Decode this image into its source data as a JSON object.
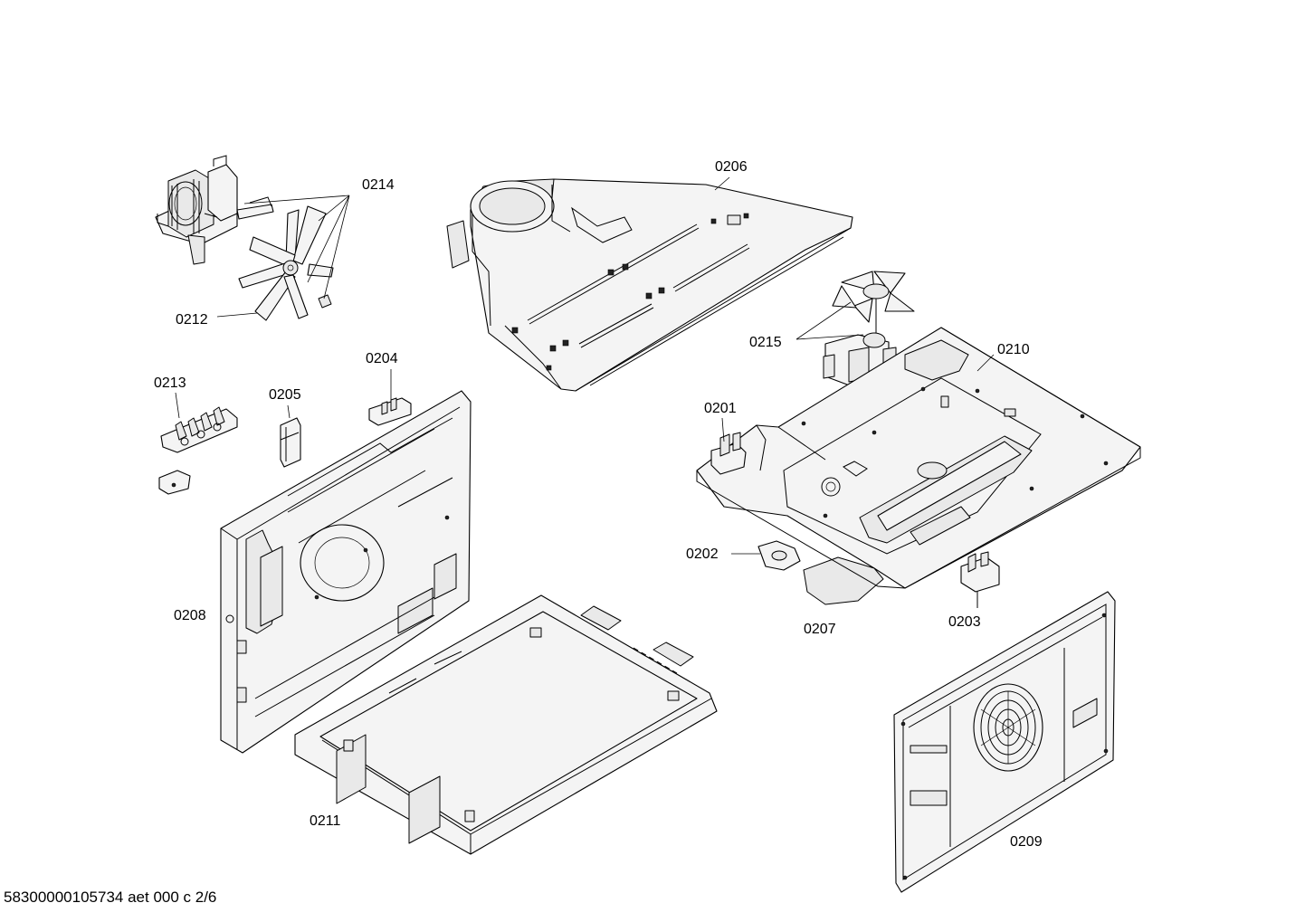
{
  "parts": [
    {
      "id": "0214",
      "label": "0214"
    },
    {
      "id": "0212",
      "label": "0212"
    },
    {
      "id": "0206",
      "label": "0206"
    },
    {
      "id": "0215",
      "label": "0215"
    },
    {
      "id": "0210",
      "label": "0210"
    },
    {
      "id": "0213",
      "label": "0213"
    },
    {
      "id": "0205",
      "label": "0205"
    },
    {
      "id": "0204",
      "label": "0204"
    },
    {
      "id": "0201",
      "label": "0201"
    },
    {
      "id": "0202",
      "label": "0202"
    },
    {
      "id": "0208",
      "label": "0208"
    },
    {
      "id": "0207",
      "label": "0207"
    },
    {
      "id": "0203",
      "label": "0203"
    },
    {
      "id": "0211",
      "label": "0211"
    },
    {
      "id": "0209",
      "label": "0209"
    }
  ],
  "footer": {
    "text": "58300000105734 aet 000 c 2/6"
  }
}
